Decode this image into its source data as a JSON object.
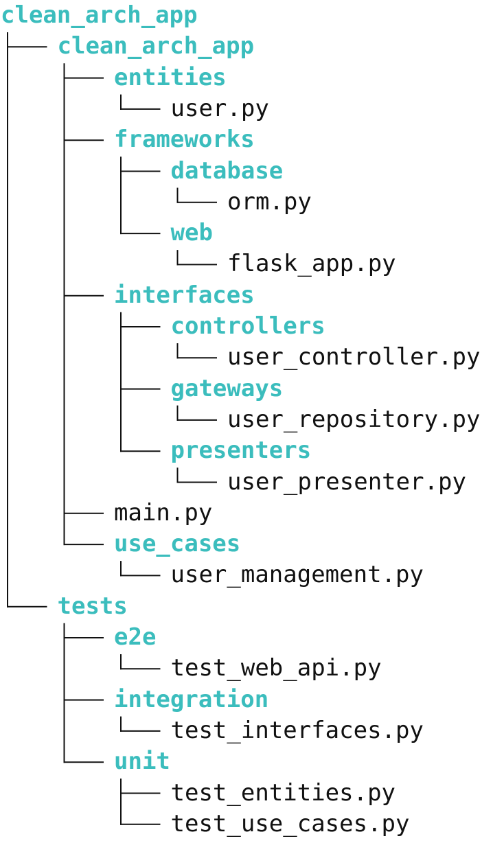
{
  "colors": {
    "directory": "#3bbdbd",
    "file": "#111111",
    "connector": "#111111",
    "background": "#ffffff"
  },
  "tree": {
    "name": "clean_arch_app",
    "type": "dir",
    "children": [
      {
        "name": "clean_arch_app",
        "type": "dir",
        "children": [
          {
            "name": "entities",
            "type": "dir",
            "children": [
              {
                "name": "user.py",
                "type": "file"
              }
            ]
          },
          {
            "name": "frameworks",
            "type": "dir",
            "children": [
              {
                "name": "database",
                "type": "dir",
                "children": [
                  {
                    "name": "orm.py",
                    "type": "file"
                  }
                ]
              },
              {
                "name": "web",
                "type": "dir",
                "children": [
                  {
                    "name": "flask_app.py",
                    "type": "file"
                  }
                ]
              }
            ]
          },
          {
            "name": "interfaces",
            "type": "dir",
            "children": [
              {
                "name": "controllers",
                "type": "dir",
                "children": [
                  {
                    "name": "user_controller.py",
                    "type": "file"
                  }
                ]
              },
              {
                "name": "gateways",
                "type": "dir",
                "children": [
                  {
                    "name": "user_repository.py",
                    "type": "file"
                  }
                ]
              },
              {
                "name": "presenters",
                "type": "dir",
                "children": [
                  {
                    "name": "user_presenter.py",
                    "type": "file"
                  }
                ]
              }
            ]
          },
          {
            "name": "main.py",
            "type": "file"
          },
          {
            "name": "use_cases",
            "type": "dir",
            "children": [
              {
                "name": "user_management.py",
                "type": "file"
              }
            ]
          }
        ]
      },
      {
        "name": "tests",
        "type": "dir",
        "children": [
          {
            "name": "e2e",
            "type": "dir",
            "children": [
              {
                "name": "test_web_api.py",
                "type": "file"
              }
            ]
          },
          {
            "name": "integration",
            "type": "dir",
            "children": [
              {
                "name": "test_interfaces.py",
                "type": "file"
              }
            ]
          },
          {
            "name": "unit",
            "type": "dir",
            "children": [
              {
                "name": "test_entities.py",
                "type": "file"
              },
              {
                "name": "test_use_cases.py",
                "type": "file"
              }
            ]
          }
        ]
      }
    ]
  }
}
